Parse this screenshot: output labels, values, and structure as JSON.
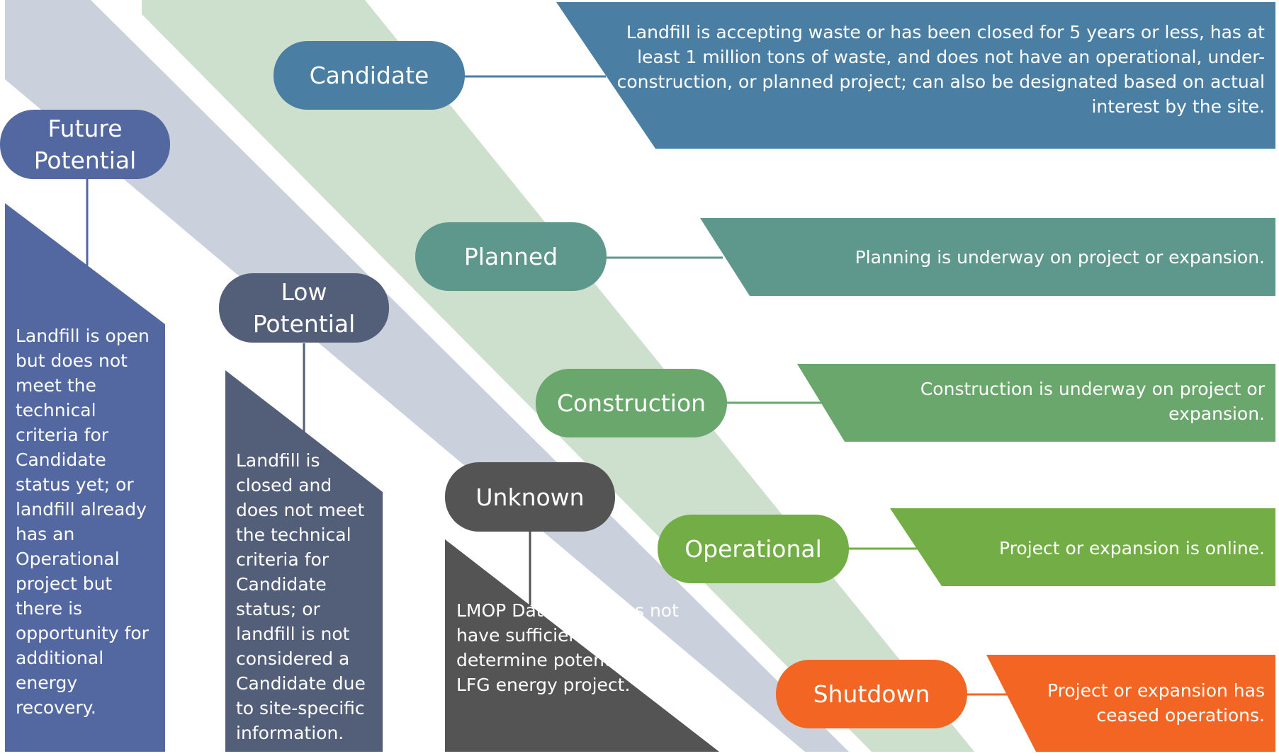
{
  "colors": {
    "band_gray": "#cbd1dc",
    "band_green": "#cce0cd",
    "candidate": "#4b7ea3",
    "planned": "#5e988c",
    "construction": "#6aa76c",
    "operational": "#72ad45",
    "shutdown": "#f26522",
    "future": "#5367a0",
    "low": "#535e79",
    "unknown": "#545454"
  },
  "statuses": [
    {
      "id": "candidate",
      "label": "Candidate",
      "description": "Landfill is accepting waste or has been closed for 5 years or less, has at least 1 million tons of waste, and does not have an operational, under-construction, or planned project; can also be designated based on actual interest by the site."
    },
    {
      "id": "planned",
      "label": "Planned",
      "description": "Planning is underway on project or expansion."
    },
    {
      "id": "construction",
      "label": "Construction",
      "description": "Construction is underway on project or expansion."
    },
    {
      "id": "operational",
      "label": "Operational",
      "description": "Project or expansion is online."
    },
    {
      "id": "shutdown",
      "label": "Shutdown",
      "description": "Project or expansion has ceased operations."
    }
  ],
  "potentials": [
    {
      "id": "future",
      "label": "Future Potential",
      "description": "Landfill is open but does not meet the technical criteria for Candidate status yet; or landfill already has an Operational project but there is opportunity for additional energy recovery."
    },
    {
      "id": "low",
      "label": "Low Potential",
      "description": "Landfill is closed and does not meet the technical criteria for Candidate status; or landfill is not considered a Candidate due to site-specific information."
    },
    {
      "id": "unknown",
      "label": "Unknown",
      "description": "LMOP Database does not have sufficient data to determine potential for an LFG energy project."
    }
  ]
}
